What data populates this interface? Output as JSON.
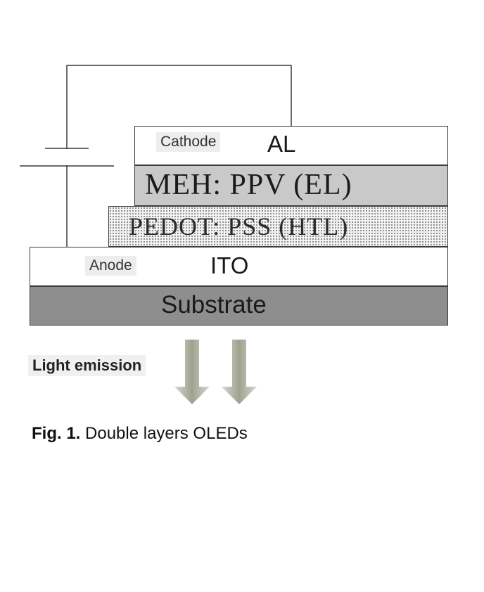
{
  "layers": {
    "cathode": {
      "small_label": "Cathode",
      "material": "AL"
    },
    "emissive": {
      "label": "MEH: PPV (EL)"
    },
    "htl": {
      "label": "PEDOT: PSS (HTL)"
    },
    "anode": {
      "small_label": "Anode",
      "material": "ITO"
    },
    "substrate": {
      "label": "Substrate"
    }
  },
  "emission": {
    "label": "Light emission"
  },
  "caption": {
    "prefix": "Fig. 1.",
    "text": "Double layers OLEDs"
  },
  "colors": {
    "border": "#3a3a3a",
    "emissive_fill": "#c9c9c9",
    "substrate_fill": "#8e8e8e",
    "arrow": "#a9ad9c"
  }
}
